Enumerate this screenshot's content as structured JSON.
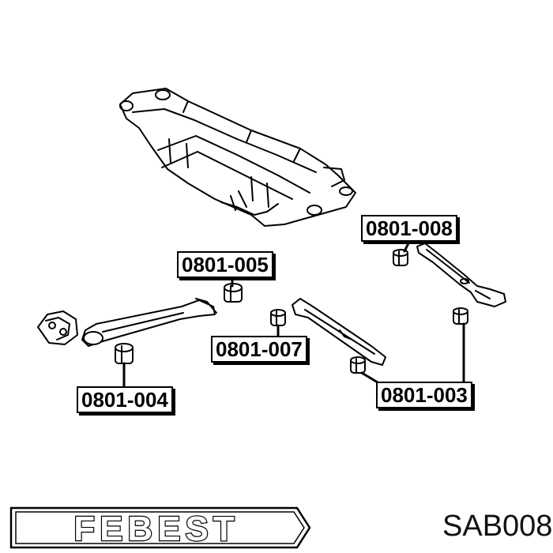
{
  "diagram": {
    "part_labels": [
      "0801-008",
      "0801-005",
      "0801-007",
      "0801-004",
      "0801-003"
    ]
  },
  "brand": {
    "logo_text": "FEBEST"
  },
  "part_code": "SAB008",
  "colors": {
    "line": "#000000",
    "background": "#ffffff"
  }
}
